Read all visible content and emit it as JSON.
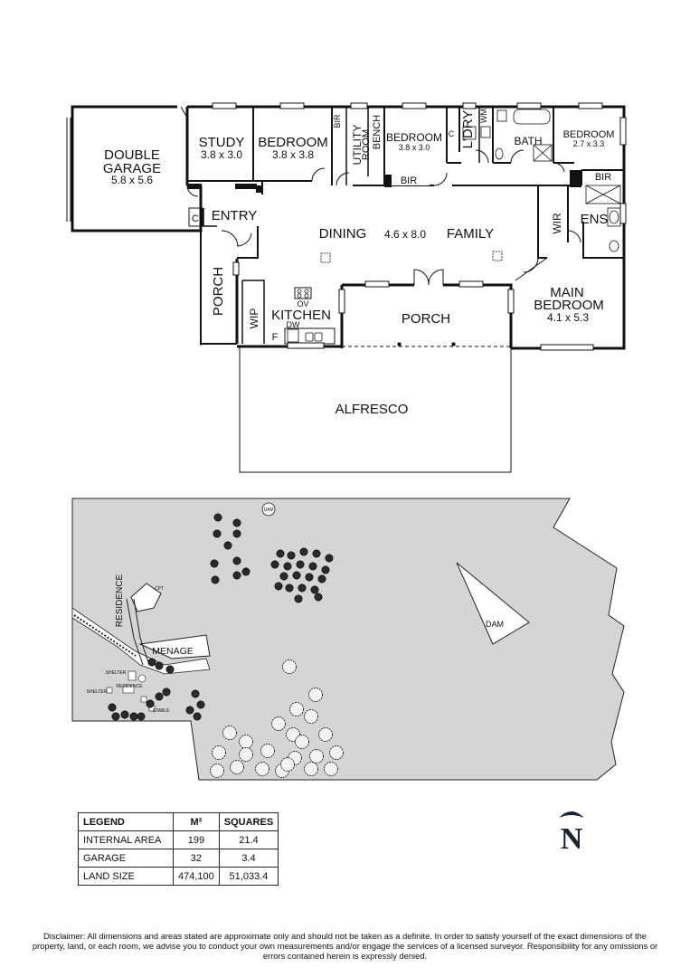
{
  "rooms": {
    "double_garage": {
      "line1": "DOUBLE",
      "line2": "GARAGE",
      "dim": "5.8 x 5.6"
    },
    "study": {
      "name": "STUDY",
      "dim": "3.8 x 3.0"
    },
    "bedroom2": {
      "name": "BEDROOM",
      "dim": "3.8 x 3.8"
    },
    "bir1": "BIR",
    "utility": {
      "line1": "UTILITY",
      "line2": "ROOM"
    },
    "bench": "BENCH",
    "bedroom3": {
      "name": "BEDROOM",
      "dim": "3.8 x 3.0"
    },
    "bir2": "BIR",
    "cupboard": "C",
    "laundry": "L'DRY",
    "wm": "WM",
    "bath": "BATH",
    "bedroom4": {
      "name": "BEDROOM",
      "dim": "2.7 x 3.3"
    },
    "bir3": "BIR",
    "entry": "ENTRY",
    "entry_cupboard": "C",
    "dining": "DINING",
    "dining_family_dim": "4.6 x 8.0",
    "family": "FAMILY",
    "wir": "WIR",
    "ens": "ENS",
    "porch_side": "PORCH",
    "wip": "WIP",
    "ov": "OV",
    "kitchen": "KITCHEN",
    "dw": "DW",
    "fridge": "F",
    "porch_rear": "PORCH",
    "main_bedroom": {
      "line1": "MAIN",
      "line2": "BEDROOM",
      "dim": "4.1 x 5.3"
    },
    "alfresco": "ALFRESCO"
  },
  "site": {
    "dam_small": "DAM",
    "dam_large": "DAM",
    "residence": "RESIDENCE",
    "menage": "MENAGE",
    "shelter1": "SHELTER",
    "shelter2": "SHELTER",
    "residence_small": "RESIDENCE",
    "stable": "STABLE",
    "carport": "CPT"
  },
  "legend": {
    "headers": [
      "LEGEND",
      "M²",
      "SQUARES"
    ],
    "rows": [
      [
        "INTERNAL AREA",
        "199",
        "21.4"
      ],
      [
        "GARAGE",
        "32",
        "3.4"
      ],
      [
        "LAND SIZE",
        "474,100",
        "51,033.4"
      ]
    ]
  },
  "north_label": "N",
  "disclaimer": "Disclaimer: All dimensions and areas stated are approximate only and should not be taken as a definite. In order to satisfy yourself of the exact dimensions of the property, land, or each room, we advise you to conduct your own measurements and/or engage the services of a licensed surveyor. Responsibility for any omissions or errors contained herein is expressly denied."
}
